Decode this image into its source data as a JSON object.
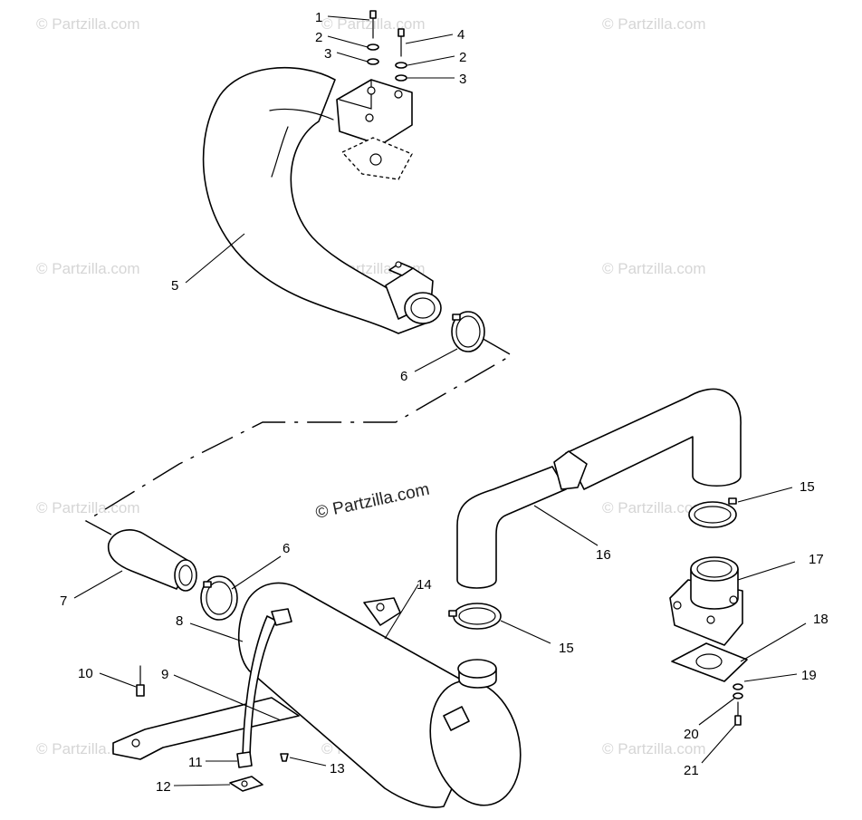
{
  "watermark": "© Partzilla.com",
  "callouts": {
    "c1": "1",
    "c2a": "2",
    "c3a": "3",
    "c4": "4",
    "c2b": "2",
    "c3b": "3",
    "c5": "5",
    "c6a": "6",
    "c6b": "6",
    "c7": "7",
    "c8": "8",
    "c9": "9",
    "c10": "10",
    "c11": "11",
    "c12": "12",
    "c13": "13",
    "c14": "14",
    "c15a": "15",
    "c15b": "15",
    "c16": "16",
    "c17": "17",
    "c18": "18",
    "c19": "19",
    "c20": "20",
    "c21": "21"
  }
}
